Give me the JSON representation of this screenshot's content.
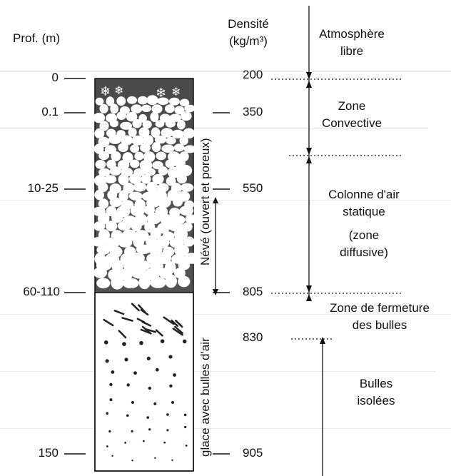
{
  "header": {
    "depth_title": "Prof. (m)",
    "density_title_line1": "Densité",
    "density_title_line2": "(kg/m³)"
  },
  "depth_labels": [
    "0",
    "0.1",
    "10-25",
    "60-110",
    "150"
  ],
  "density_labels": [
    "200",
    "350",
    "550",
    "805",
    "830",
    "905"
  ],
  "zones": {
    "atmosphere_line1": "Atmosphère",
    "atmosphere_line2": "libre",
    "convective_line1": "Zone",
    "convective_line2": "Convective",
    "static_line1": "Colonne d'air",
    "static_line2": "statique",
    "diffusive_line1": "(zone",
    "diffusive_line2": "diffusive)",
    "closure_line1": "Zone de fermeture",
    "closure_line2": "des bulles",
    "isolated_line1": "Bulles",
    "isolated_line2": "isolées"
  },
  "vertical_labels": {
    "neve": "Névé (ouvert et poreux)",
    "ice": "glace avec bulles d'air"
  },
  "colors": {
    "firn": "#4a4a4a",
    "ice": "#ffffff",
    "ink": "#111111"
  }
}
